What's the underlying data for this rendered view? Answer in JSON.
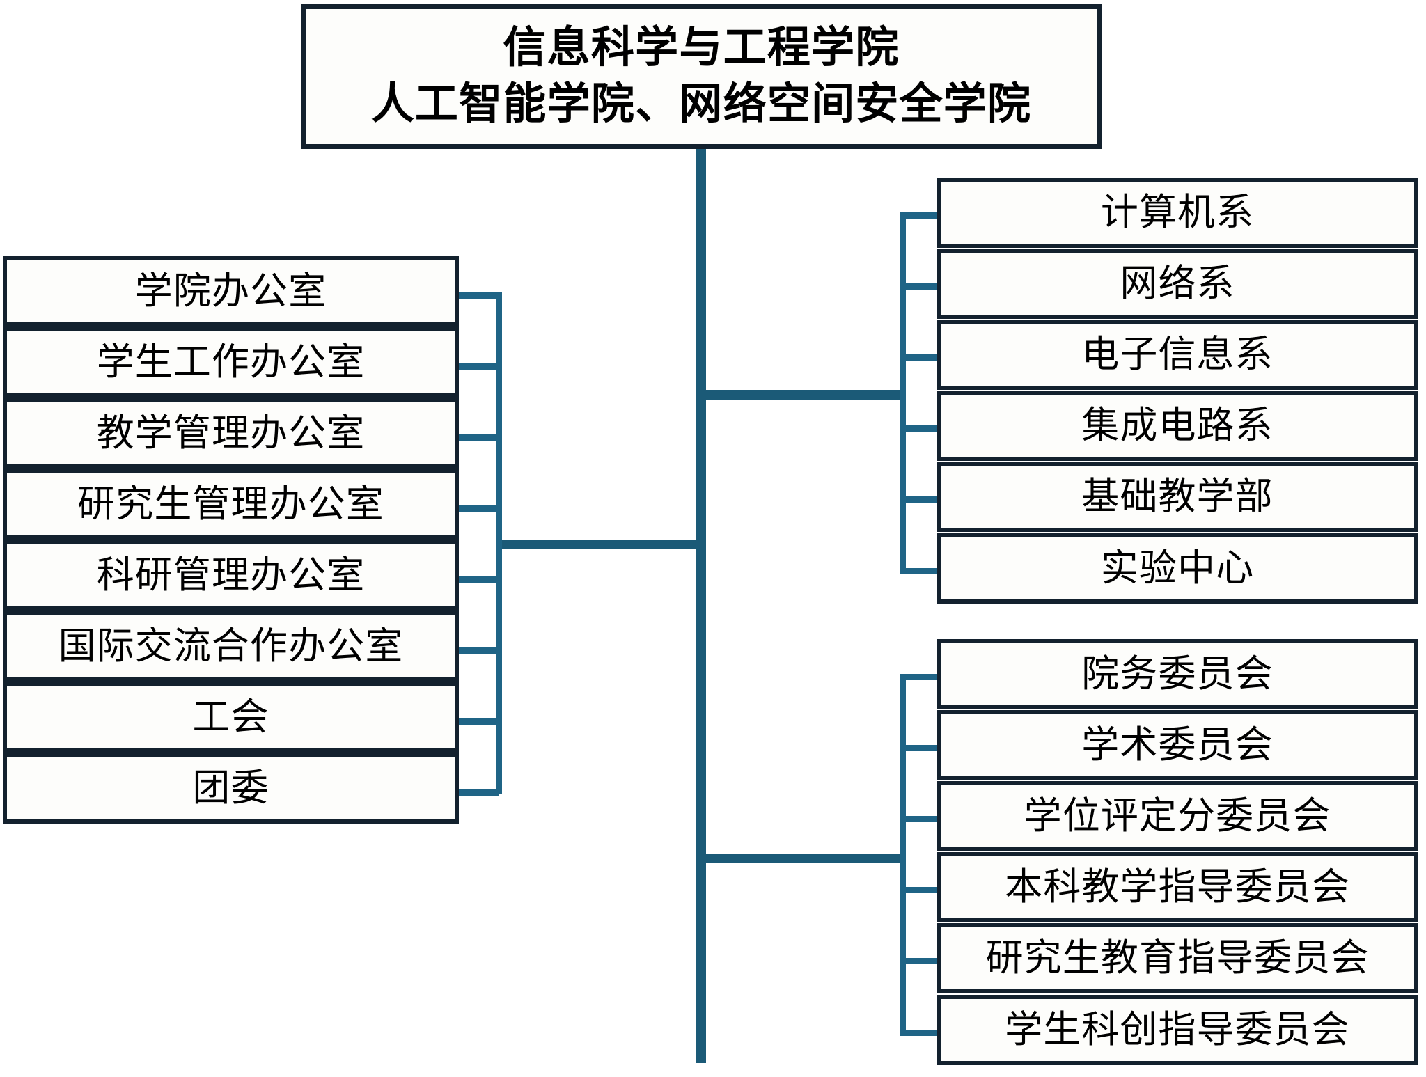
{
  "diagram": {
    "type": "organization-chart",
    "title": "信息科学与工程学院\n人工智能学院、网络空间安全学院",
    "colors": {
      "box_border": "#13212e",
      "box_fill": "#fdfdfb",
      "connector": "#1f6486",
      "trunk": "#1b5a77",
      "text": "#000000"
    },
    "root": {
      "label": "信息科学与工程学院\n人工智能学院、网络空间安全学院"
    },
    "groups": [
      {
        "name": "administrative-offices",
        "side": "left",
        "items": [
          {
            "label": "学院办公室"
          },
          {
            "label": "学生工作办公室"
          },
          {
            "label": "教学管理办公室"
          },
          {
            "label": "研究生管理办公室"
          },
          {
            "label": "科研管理办公室"
          },
          {
            "label": "国际交流合作办公室"
          },
          {
            "label": "工会"
          },
          {
            "label": "团委"
          }
        ]
      },
      {
        "name": "academic-departments",
        "side": "right",
        "items": [
          {
            "label": "计算机系"
          },
          {
            "label": "网络系"
          },
          {
            "label": "电子信息系"
          },
          {
            "label": "集成电路系"
          },
          {
            "label": "基础教学部"
          },
          {
            "label": "实验中心"
          }
        ]
      },
      {
        "name": "committees",
        "side": "right",
        "items": [
          {
            "label": "院务委员会"
          },
          {
            "label": "学术委员会"
          },
          {
            "label": "学位评定分委员会"
          },
          {
            "label": "本科教学指导委员会"
          },
          {
            "label": "研究生教育指导委员会"
          },
          {
            "label": "学生科创指导委员会"
          }
        ]
      }
    ]
  }
}
